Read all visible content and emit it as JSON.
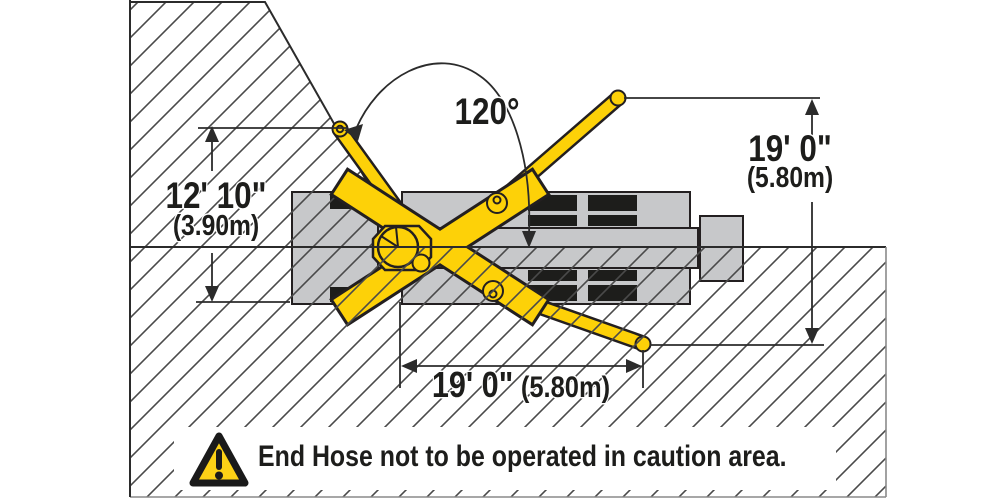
{
  "diagram": {
    "type": "boom-working-range-top-view",
    "angle_label": "120°",
    "left_dimension": {
      "feet": "12' 10\"",
      "meters": "(3.90m)"
    },
    "right_dimension": {
      "feet": "19' 0\"",
      "meters": "(5.80m)"
    },
    "bottom_dimension": {
      "feet": "19' 0\"",
      "meters": "(5.80m)"
    },
    "warning_text": "End Hose not to be operated in caution area.",
    "icons": {
      "warning": "warning-triangle-exclamation"
    }
  },
  "colors": {
    "boom_yellow": "#FDD108",
    "machine_gray": "#C7C8CA",
    "outline_dark": "#231F20",
    "hatch_line": "#4A4A4A",
    "warning_yellow": "#FCD116",
    "dim_line": "#2B2B2B",
    "text_color": "#1D1D1B"
  }
}
